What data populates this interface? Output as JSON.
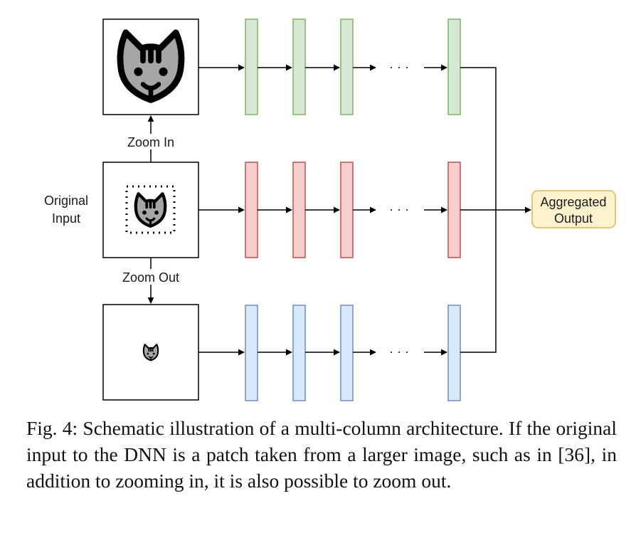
{
  "diagram": {
    "labels": {
      "zoom_in": "Zoom In",
      "zoom_out": "Zoom Out",
      "original_input_line1": "Original",
      "original_input_line2": "Input",
      "aggregated_output_line1": "Aggregated",
      "aggregated_output_line2": "Output"
    },
    "ellipsis": "· · ·",
    "icons": [
      "cat-face-icon-large",
      "cat-face-icon-medium",
      "cat-face-icon-small"
    ],
    "colors": {
      "green_fill": "#d5e8d4",
      "green_stroke": "#82b366",
      "red_fill": "#f8cecc",
      "red_stroke": "#b85450",
      "blue_fill": "#dae8fc",
      "blue_stroke": "#6c8ebf",
      "output_fill": "#fff2cc",
      "output_stroke": "#d6b656",
      "cat_fill": "#a6a6a6"
    }
  },
  "caption": {
    "text": "Fig. 4: Schematic illustration of a multi-column architecture. If the original input to the DNN is a patch taken from a larger image, such as in [36], in addition to zooming in, it is also possible to zoom out."
  }
}
